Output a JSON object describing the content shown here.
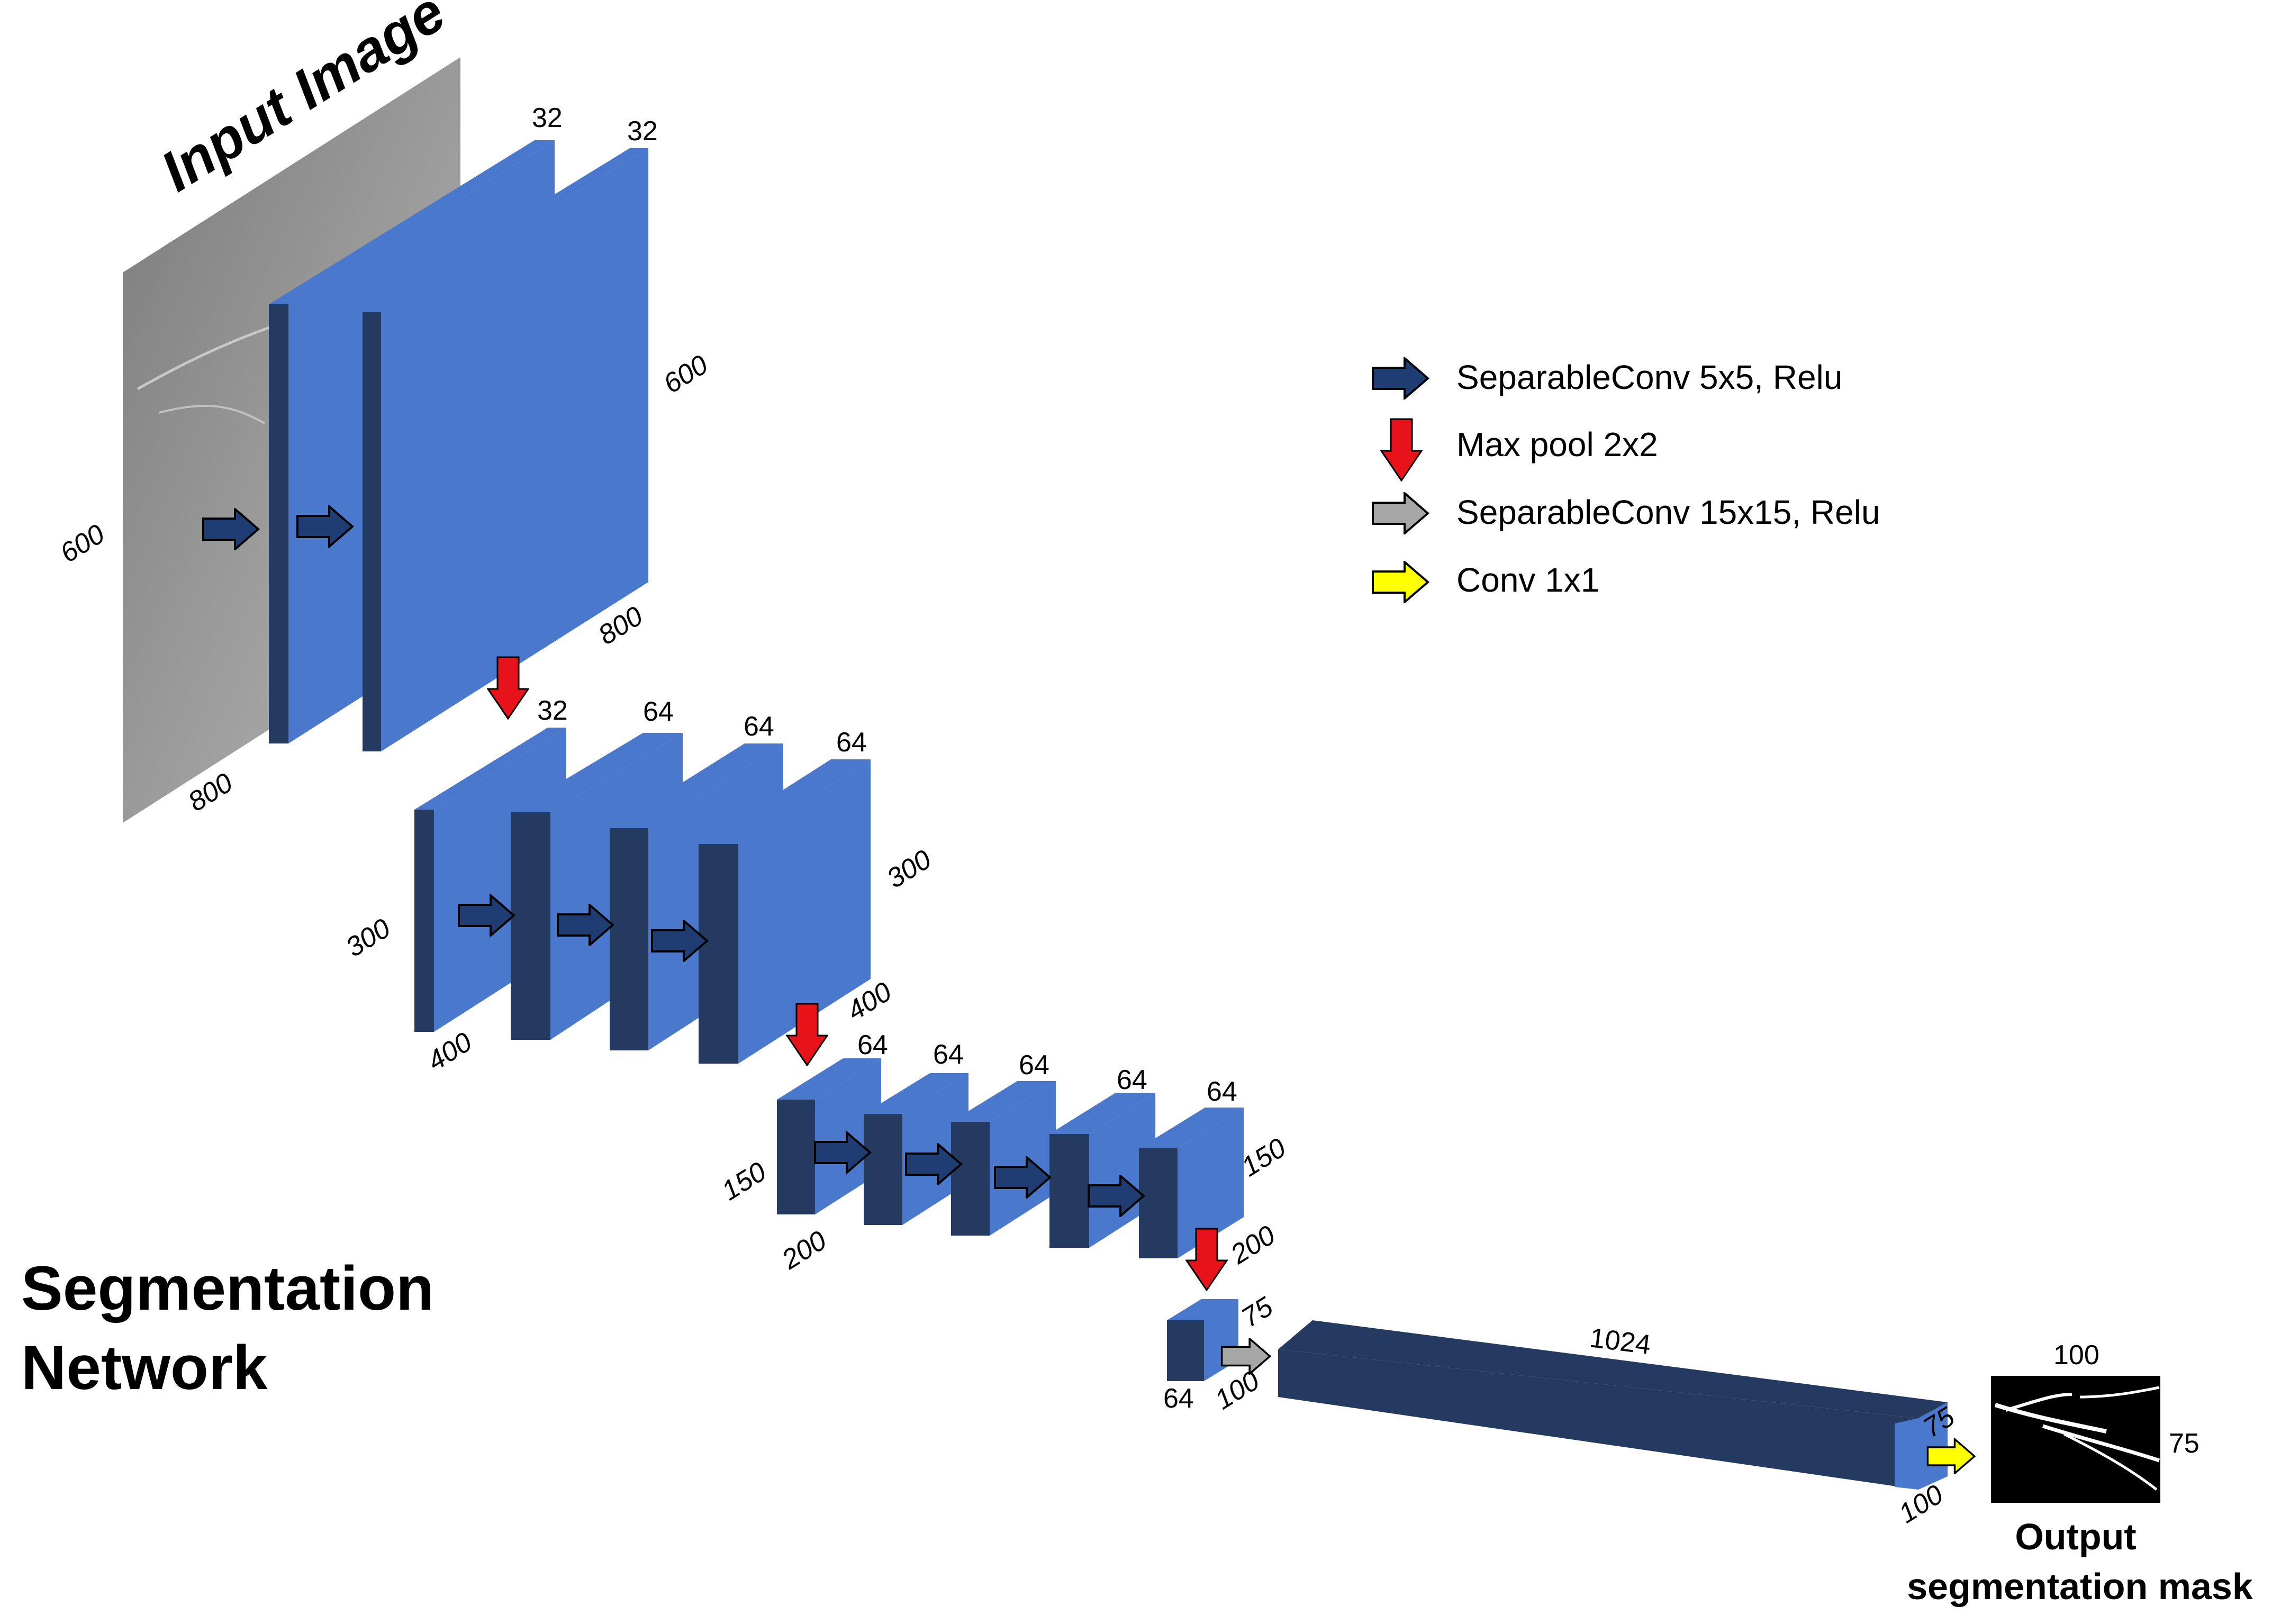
{
  "title": {
    "line1": "Segmentation",
    "line2": "Network"
  },
  "input_label": "Input Image",
  "input_dims": {
    "height": "600",
    "width": "800"
  },
  "stage1": {
    "channels": [
      "32",
      "32"
    ],
    "height": "600",
    "width": "800"
  },
  "stage2": {
    "channels": [
      "32",
      "64",
      "64",
      "64"
    ],
    "height_left": "300",
    "width_left": "400",
    "height_right": "300",
    "width_right": "400"
  },
  "stage3": {
    "channels": [
      "64",
      "64",
      "64",
      "64",
      "64"
    ],
    "height_left": "150",
    "width_left": "200",
    "height_right": "150",
    "width_right": "200"
  },
  "stage4": {
    "channels": "64",
    "height": "75",
    "width": "100"
  },
  "dense": {
    "channels": "1024",
    "height": "75",
    "width": "100"
  },
  "output": {
    "width": "100",
    "height": "75",
    "title_line1": "Output",
    "title_line2": "segmentation mask"
  },
  "legend": {
    "items": [
      {
        "label": "SeparableConv 5x5, Relu",
        "color": "#1f3d73"
      },
      {
        "label": "Max pool 2x2",
        "color": "#e8121b"
      },
      {
        "label": "SeparableConv 15x15, Relu",
        "color": "#a6a6a6"
      },
      {
        "label": "Conv 1x1",
        "color": "#ffff00"
      }
    ]
  },
  "colors": {
    "face": "#4a78cc",
    "side": "#243a61",
    "dark_arrow": "#1f3d73",
    "red": "#e8121b",
    "gray": "#a6a6a6",
    "yellow": "#ffff00",
    "input": "#8c8c8c"
  }
}
